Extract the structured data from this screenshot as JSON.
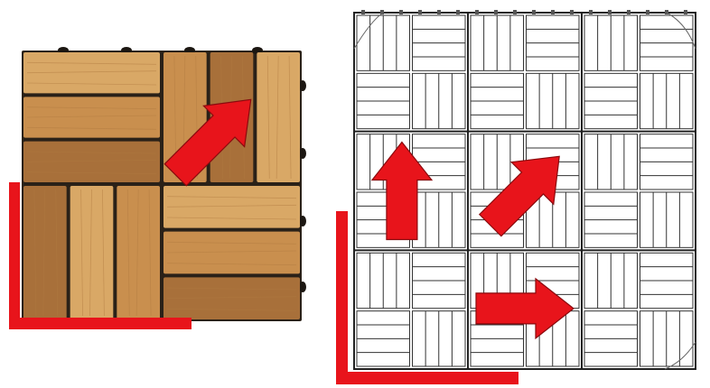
{
  "colors": {
    "background": "#ffffff",
    "accent_red": "#e8141b",
    "wood_light": "#d9a866",
    "wood_mid": "#c98f4e",
    "wood_dark": "#a8703a",
    "gap": "#2a2118",
    "line": "#333333",
    "grid_heavy": "#222222"
  },
  "photo": {
    "description_icon": "wood-deck-tile-photo",
    "quadrants": [
      "horizontal-slats",
      "vertical-slats",
      "vertical-slats",
      "horizontal-slats"
    ],
    "arrow_direction": "up-right"
  },
  "plan": {
    "description_icon": "parquet-tile-plan-drawing",
    "rows": 3,
    "cols": 3,
    "arrows": [
      {
        "cell": [
          1,
          0
        ],
        "direction": "up"
      },
      {
        "cell": [
          1,
          1
        ],
        "direction": "up-right"
      },
      {
        "cell": [
          2,
          1
        ],
        "direction": "right"
      }
    ]
  }
}
